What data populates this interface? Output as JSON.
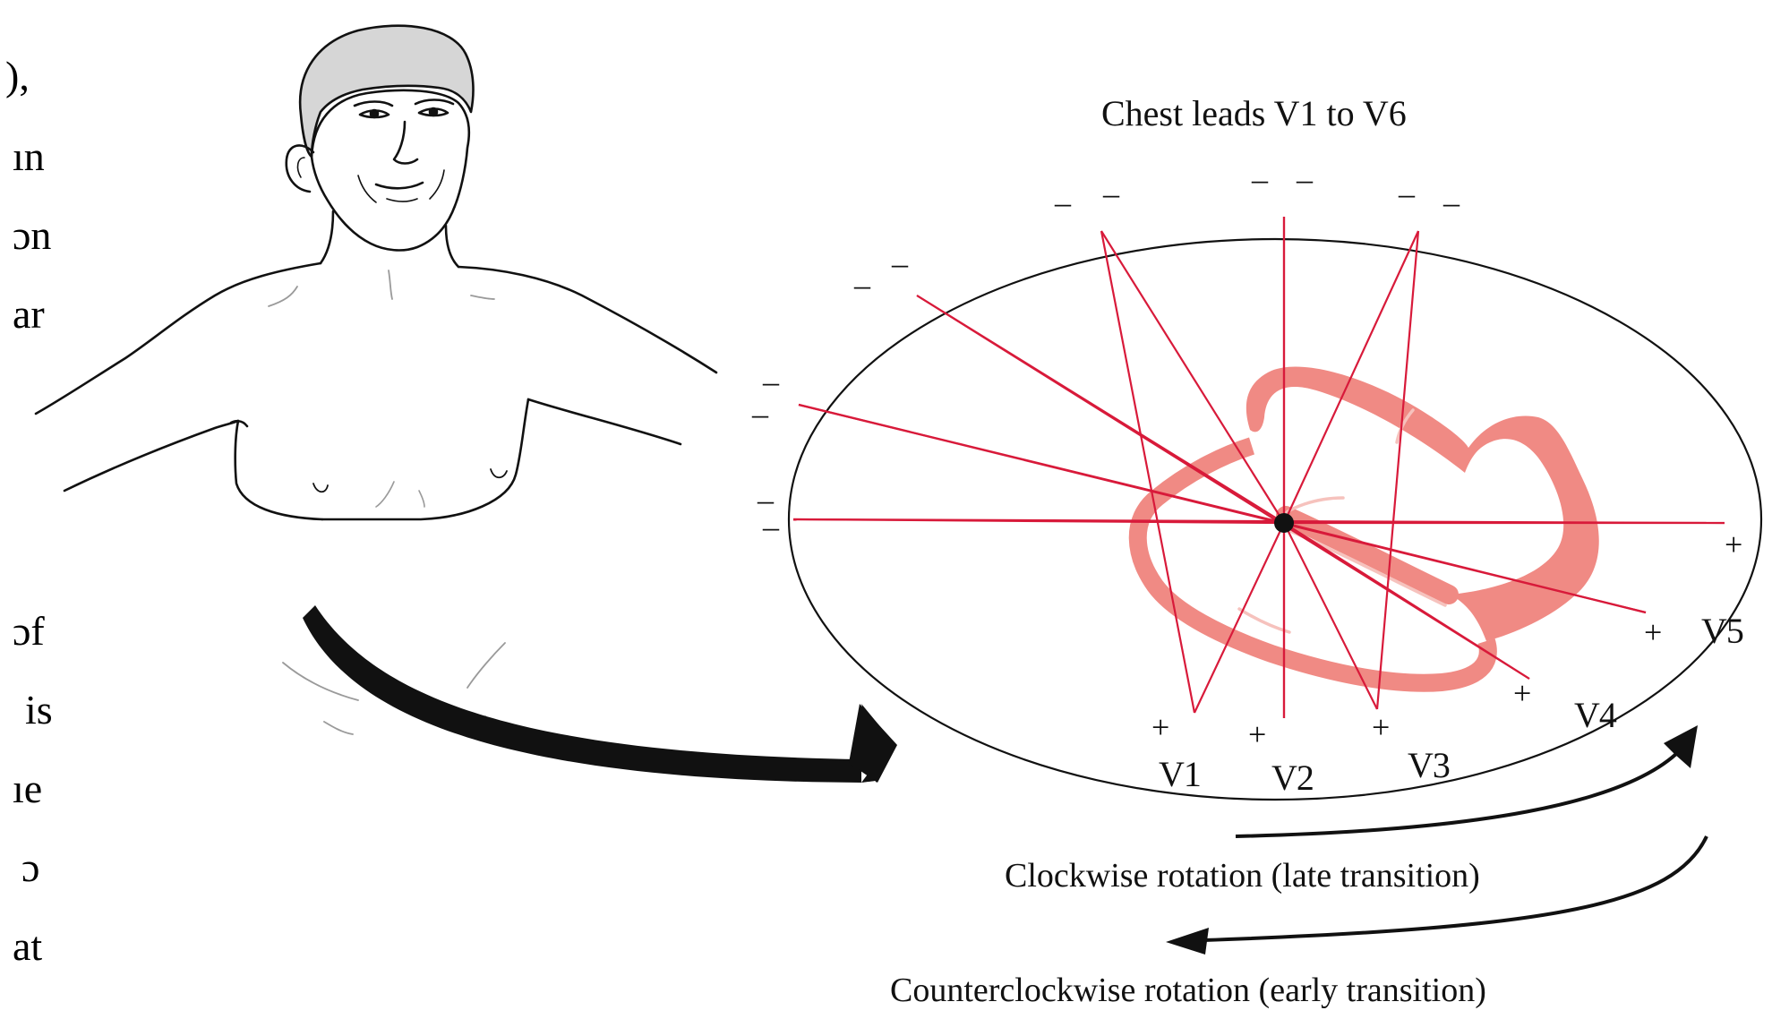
{
  "colors": {
    "lead_line": "#d81a3a",
    "heart_fill": "#f08a84",
    "heart_highlight": "#f6c2bd",
    "skin_stroke": "#111111",
    "hair_fill": "#d6d6d6",
    "accent_grey": "#9a9a9a"
  },
  "margin_fragments": [
    "), ",
    "ın",
    "ɔn",
    "ar",
    "ɔf",
    "is",
    "ıe",
    "ɔ",
    "at"
  ],
  "diagram": {
    "title": "Chest leads V1 to V6",
    "leads": [
      {
        "name": "V1"
      },
      {
        "name": "V2"
      },
      {
        "name": "V3"
      },
      {
        "name": "V4"
      },
      {
        "name": "V5"
      }
    ],
    "positive_sign": "+",
    "negative_sign": "–",
    "captions": {
      "clockwise": "Clockwise rotation (late transition)",
      "counterclockwise": "Counterclockwise rotation (early transition)"
    }
  },
  "icons": {
    "figure": "man-torso-illustration",
    "heart": "heart-cross-section-icon",
    "big_arrow": "curved-arrow-icon"
  }
}
